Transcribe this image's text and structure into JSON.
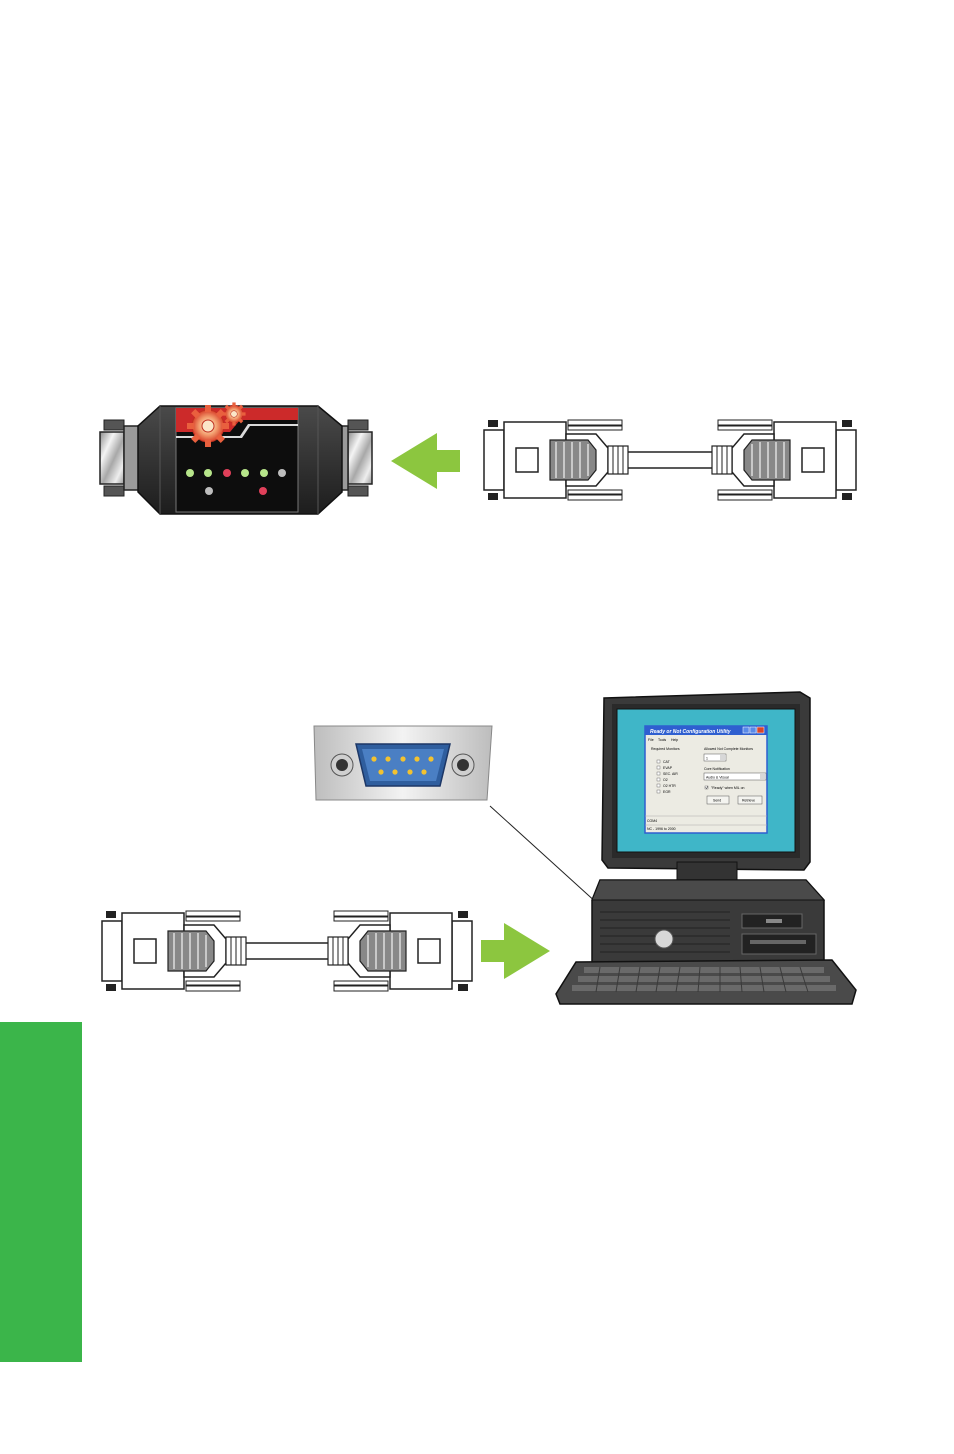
{
  "colors": {
    "side_tab": "#3bb54a",
    "arrow": "#8cc63f",
    "device_body": "#2b2b2b",
    "device_panel": "#111111",
    "led_green": "#b7e58a",
    "led_red": "#e0405a",
    "led_gray": "#bdbdbd",
    "port_blue": "#3d6fb0",
    "port_pin": "#f2c230",
    "screen_bg": "#3fb6c8",
    "window_title": "#2f5fd0",
    "computer_body": "#3a3a3a"
  },
  "icons": {
    "adapter": "obd-serial-adapter-icon",
    "cable": "db9-serial-cable-icon",
    "arrow_left": "arrow-left-icon",
    "arrow_right": "arrow-right-icon",
    "serial_port": "db9-serial-port-icon",
    "computer": "desktop-computer-icon"
  },
  "utility_window": {
    "title": "Ready or Not Configuration Utility",
    "menu": [
      "File",
      "Tools",
      "Help"
    ],
    "required_monitors_label": "Required Monitors",
    "monitors": [
      "CAT",
      "EVAP",
      "SEC. AIR",
      "O2",
      "O2 HTR",
      "EGR"
    ],
    "allowed_label": "Allowed Not Complete Monitors",
    "allowed_value": "1",
    "notification_label": "Core Notification",
    "notification_value": "Audio & Visual",
    "ready_checkbox_label": "\"Ready\" when MIL on",
    "send_button": "Send",
    "retrieve_button": "Retrieve",
    "status_port": "COM4",
    "status_years": "NC - 1996 to 2000"
  }
}
